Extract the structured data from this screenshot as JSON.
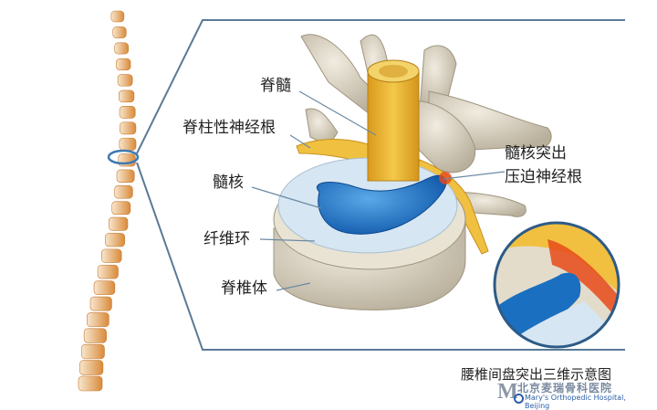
{
  "labels": {
    "spinal_cord": "脊髓",
    "spinal_nerve_root": "脊柱性神经根",
    "nucleus_pulposus": "髓核",
    "annulus_fibrosus": "纤维环",
    "vertebral_body": "脊椎体",
    "herniation_line1": "髓核突出",
    "herniation_line2": "压迫神经根"
  },
  "caption": "腰椎间盘突出三维示意图",
  "logo": {
    "name_cn": "北京麦瑞骨科医院",
    "name_en": "Mary's Orthopedic Hospital, Beijing",
    "mark": "M"
  },
  "colors": {
    "frame": "#5a7a96",
    "bone": "#d9d2c2",
    "cord": "#e8b430",
    "nucleus": "#1a6fc0",
    "annulus": "#d6e6f2",
    "inflammation": "#e84a1a"
  }
}
